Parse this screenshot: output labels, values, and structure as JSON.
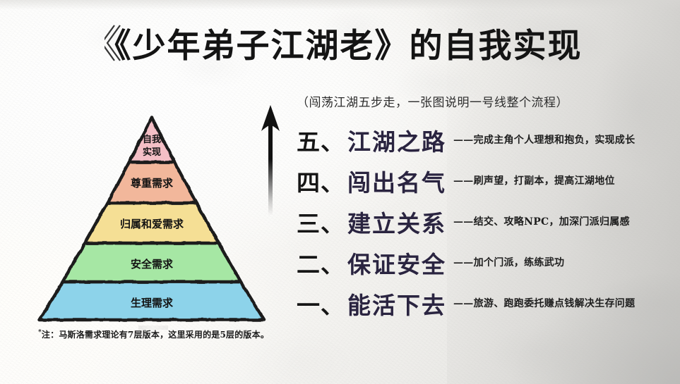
{
  "poster": {
    "title": "《少年弟子江湖老》的自我实现",
    "subtitle": "（闯荡江湖五步走，一张图说明一号线整个流程）",
    "footnote_star": "*",
    "footnote": "注：马斯洛需求理论有7层版本，这里采用的是5层的版本。"
  },
  "steps": [
    {
      "number": "五、",
      "title": "江湖之路",
      "desc": "——完成主角个人理想和抱负，实现成长"
    },
    {
      "number": "四、",
      "title": "闯出名气",
      "desc": "——刷声望，打副本，提高江湖地位"
    },
    {
      "number": "三、",
      "title": "建立关系",
      "desc": "——结交、攻略NPC，加深门派归属感"
    },
    {
      "number": "二、",
      "title": "保证安全",
      "desc": "——加个门派，练练武功"
    },
    {
      "number": "一、",
      "title": "能活下去",
      "desc": "——旅游、跑跑委托赚点钱解决生存问题"
    }
  ],
  "pyramid": {
    "layers": [
      {
        "label": "自我实现",
        "label_line1": "自我",
        "label_line2": "实现",
        "color": "#f4bfc6"
      },
      {
        "label": "尊重需求",
        "color": "#f2b79b"
      },
      {
        "label": "归属和爱需求",
        "color": "#f5df95"
      },
      {
        "label": "安全需求",
        "color": "#a6e7a4"
      },
      {
        "label": "生理需求",
        "color": "#8dd3ea"
      }
    ],
    "outline_color": "#1a1a1a"
  },
  "arrow": {
    "name": "upward-arrow",
    "color": "#111111"
  }
}
